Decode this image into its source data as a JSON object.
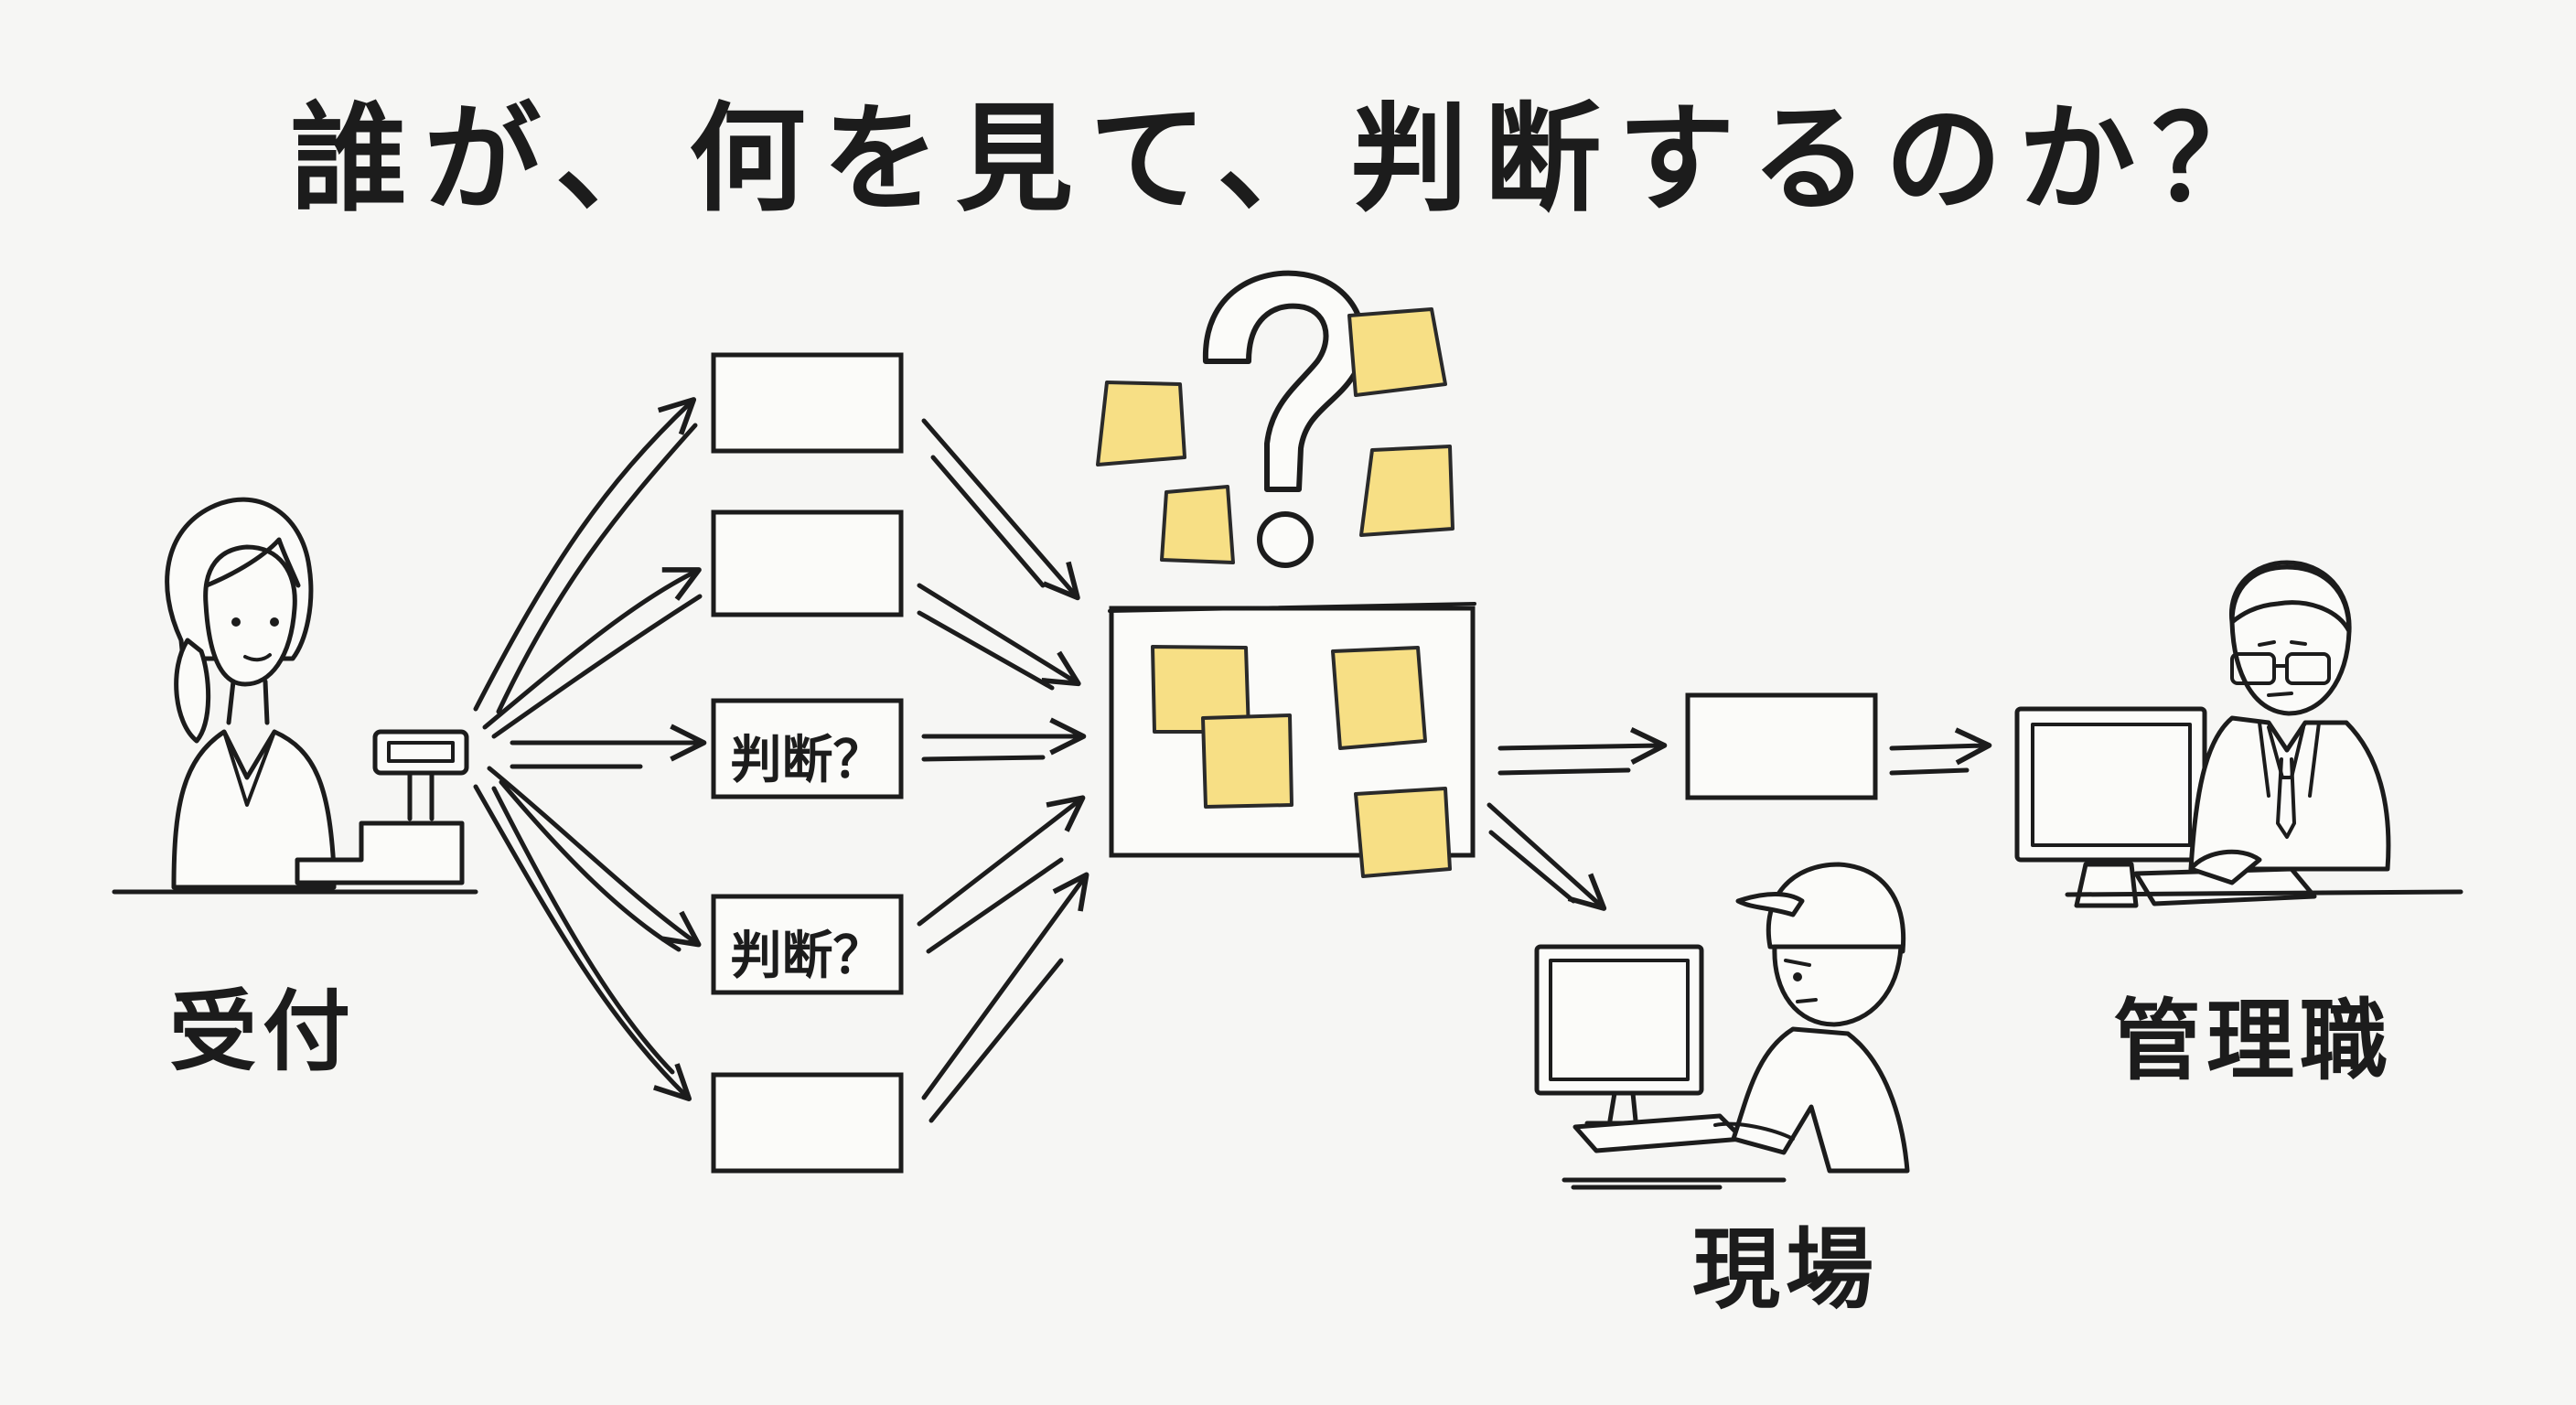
{
  "title": "誰が、何を見て、判断するのか？",
  "roles": {
    "reception": "受付",
    "field": "現場",
    "manager": "管理職"
  },
  "flow_boxes": [
    {
      "label": ""
    },
    {
      "label": ""
    },
    {
      "label": "判断？"
    },
    {
      "label": "判断？"
    },
    {
      "label": ""
    }
  ],
  "board": {
    "question_mark": "?"
  },
  "colors": {
    "ink": "#1c1c1c",
    "sticky_note": "#f7df85",
    "background": "#f6f6f4"
  }
}
